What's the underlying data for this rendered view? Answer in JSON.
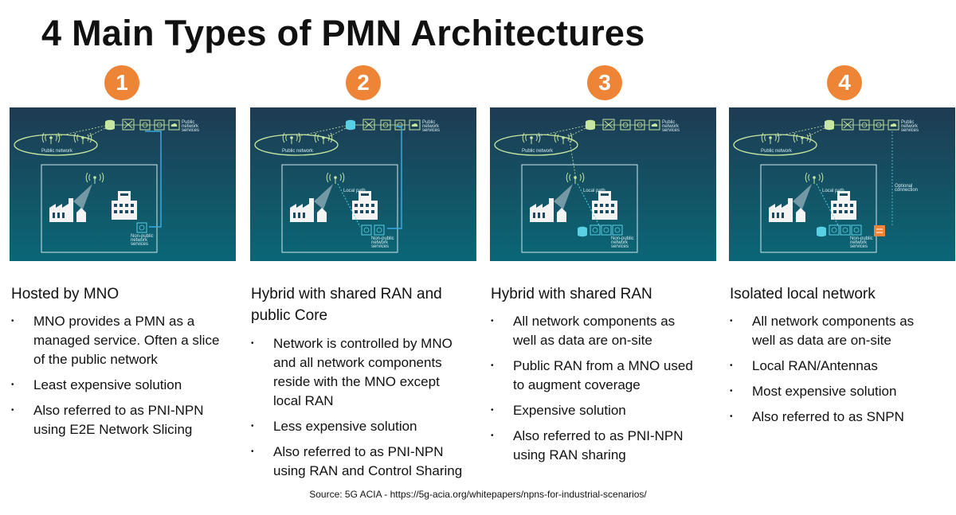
{
  "title": "4 Main Types of PMN Architectures",
  "source": "Source: 5G ACIA - https://5g-acia.org/whitepapers/npns-for-industrial-scenarios/",
  "colors": {
    "badge": "#ee8436",
    "panel_top": "#1e3b52",
    "panel_bottom": "#0a6776",
    "accent_line": "#39a9e0"
  },
  "diagram_labels": {
    "public_network": "Public network",
    "public_services": "Public network services",
    "local_path": "Local path",
    "non_public_services": "Non-public network services",
    "optional_connection": "Optional connection"
  },
  "columns": [
    {
      "number": "1",
      "heading": [
        "Hosted by MNO"
      ],
      "bullets": [
        [
          "MNO provides a PMN as a",
          "managed service. Often a slice",
          "of the public network"
        ],
        [
          "Least expensive solution"
        ],
        [
          "Also referred to as PNI-NPN",
          "using E2E Network Slicing"
        ]
      ]
    },
    {
      "number": "2",
      "heading": [
        "Hybrid with shared RAN and",
        "public Core"
      ],
      "bullets": [
        [
          "Network is controlled by MNO",
          "and all network components",
          "reside with the MNO except",
          "local RAN"
        ],
        [
          "Less expensive solution"
        ],
        [
          "Also referred to as PNI-NPN",
          "using RAN and Control Sharing"
        ]
      ]
    },
    {
      "number": "3",
      "heading": [
        "Hybrid with shared RAN"
      ],
      "bullets": [
        [
          "All network components as",
          "well as data are on-site"
        ],
        [
          "Public RAN from a MNO used",
          "to augment coverage"
        ],
        [
          "Expensive solution"
        ],
        [
          "Also referred to as PNI-NPN",
          "using RAN sharing"
        ]
      ]
    },
    {
      "number": "4",
      "heading": [
        "Isolated local network"
      ],
      "bullets": [
        [
          "All network components as",
          "well as data are on-site"
        ],
        [
          "Local RAN/Antennas"
        ],
        [
          "Most expensive solution"
        ],
        [
          "Also referred to as SNPN"
        ]
      ]
    }
  ]
}
